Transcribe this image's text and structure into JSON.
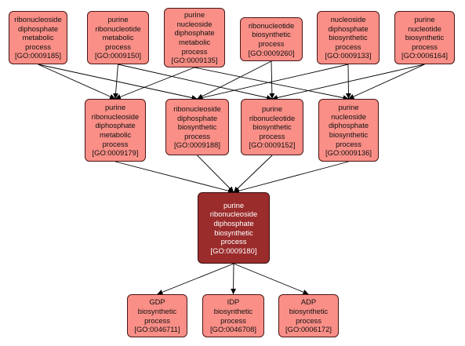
{
  "colors": {
    "node_fill": "#fa8f87",
    "focus_fill": "#9b2c2c",
    "node_border": "#4a1515",
    "node_text": "#111111",
    "focus_text": "#ffffff",
    "edge": "#000000"
  },
  "nodes": [
    {
      "id": "n0009185",
      "label": "ribonucleoside\ndiphosphate\nmetabolic\nprocess\n[GO:0009185]"
    },
    {
      "id": "n0009150",
      "label": "purine\nribonucleotide\nmetabolic\nprocess\n[GO:0009150]"
    },
    {
      "id": "n0009135",
      "label": "purine\nnucleoside\ndiphosphate\nmetabolic\nprocess\n[GO:0009135]"
    },
    {
      "id": "n0009260",
      "label": "ribonucleotide\nbiosynthetic\nprocess\n[GO:0009260]"
    },
    {
      "id": "n0009133",
      "label": "nucleoside\ndiphosphate\nbiosynthetic\nprocess\n[GO:0009133]"
    },
    {
      "id": "n0006164",
      "label": "purine\nnucleotide\nbiosynthetic\nprocess\n[GO:0006164]"
    },
    {
      "id": "n0009179",
      "label": "purine\nribonucleoside\ndiphosphate\nmetabolic\nprocess\n[GO:0009179]"
    },
    {
      "id": "n0009188",
      "label": "ribonucleoside\ndiphosphate\nbiosynthetic\nprocess\n[GO:0009188]"
    },
    {
      "id": "n0009152",
      "label": "purine\nribonucleotide\nbiosynthetic\nprocess\n[GO:0009152]"
    },
    {
      "id": "n0009136",
      "label": "purine\nnucleoside\ndiphosphate\nbiosynthetic\nprocess\n[GO:0009136]"
    },
    {
      "id": "n0009180",
      "label": "purine\nribonucleoside\ndiphosphate\nbiosynthetic\nprocess\n[GO:0009180]",
      "focus": true
    },
    {
      "id": "n0046711",
      "label": "GDP\nbiosynthetic\nprocess\n[GO:0046711]"
    },
    {
      "id": "n0046708",
      "label": "IDP\nbiosynthetic\nprocess\n[GO:0046708]"
    },
    {
      "id": "n0006172",
      "label": "ADP\nbiosynthetic\nprocess\n[GO:0006172]"
    }
  ],
  "edges": [
    {
      "from": "n0009185",
      "to": "n0009179"
    },
    {
      "from": "n0009185",
      "to": "n0009188"
    },
    {
      "from": "n0009150",
      "to": "n0009179"
    },
    {
      "from": "n0009150",
      "to": "n0009152"
    },
    {
      "from": "n0009135",
      "to": "n0009179"
    },
    {
      "from": "n0009135",
      "to": "n0009136"
    },
    {
      "from": "n0009260",
      "to": "n0009188"
    },
    {
      "from": "n0009260",
      "to": "n0009152"
    },
    {
      "from": "n0009133",
      "to": "n0009188"
    },
    {
      "from": "n0009133",
      "to": "n0009136"
    },
    {
      "from": "n0006164",
      "to": "n0009152"
    },
    {
      "from": "n0006164",
      "to": "n0009136"
    },
    {
      "from": "n0009179",
      "to": "n0009180"
    },
    {
      "from": "n0009188",
      "to": "n0009180"
    },
    {
      "from": "n0009152",
      "to": "n0009180"
    },
    {
      "from": "n0009136",
      "to": "n0009180"
    },
    {
      "from": "n0009180",
      "to": "n0046711"
    },
    {
      "from": "n0009180",
      "to": "n0046708"
    },
    {
      "from": "n0009180",
      "to": "n0006172"
    }
  ]
}
